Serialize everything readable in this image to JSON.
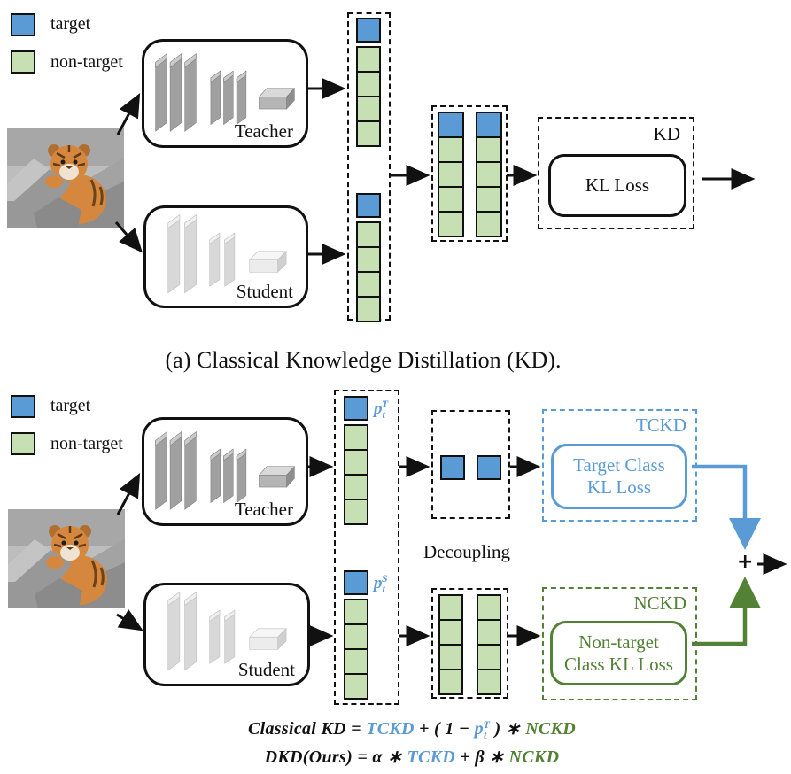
{
  "colors": {
    "target_blue": "#5b9bd5",
    "nontarget_green": "#c6e0b4",
    "tckd_blue": "#5b9bd5",
    "nckd_green": "#538135"
  },
  "panel_a": {
    "legend": {
      "target_label": "target",
      "nontarget_label": "non-target"
    },
    "teacher_label": "Teacher",
    "student_label": "Student",
    "kd_tag": "KD",
    "kl_loss_label": "KL Loss",
    "caption": "(a) Classical Knowledge Distillation (KD)."
  },
  "panel_b": {
    "legend": {
      "target_label": "target",
      "nontarget_label": "non-target"
    },
    "teacher_label": "Teacher",
    "student_label": "Student",
    "teacher_prob": {
      "base": "p",
      "sub": "t",
      "sup": "T"
    },
    "student_prob": {
      "base": "p",
      "sub": "t",
      "sup": "S"
    },
    "decoupling_label": "Decoupling",
    "tckd": {
      "tag": "TCKD",
      "line1": "Target Class",
      "line2": "KL Loss"
    },
    "nckd": {
      "tag": "NCKD",
      "line1": "Non-target",
      "line2": "Class KL Loss"
    },
    "plus_sign": "+"
  },
  "formulas": {
    "classical": {
      "lhs": "Classical KD",
      "eq": "=",
      "tckd": "TCKD",
      "mid": "+ ( 1 −",
      "p_base": "p",
      "p_sub": "t",
      "p_sup": "T",
      "close": ") ∗",
      "nckd": "NCKD"
    },
    "dkd": {
      "lhs": "DKD(Ours)",
      "eq": "=",
      "alpha": "α",
      "star1": "∗",
      "tckd": "TCKD",
      "plus": "+",
      "beta": "β",
      "star2": "∗",
      "nckd": "NCKD"
    }
  }
}
